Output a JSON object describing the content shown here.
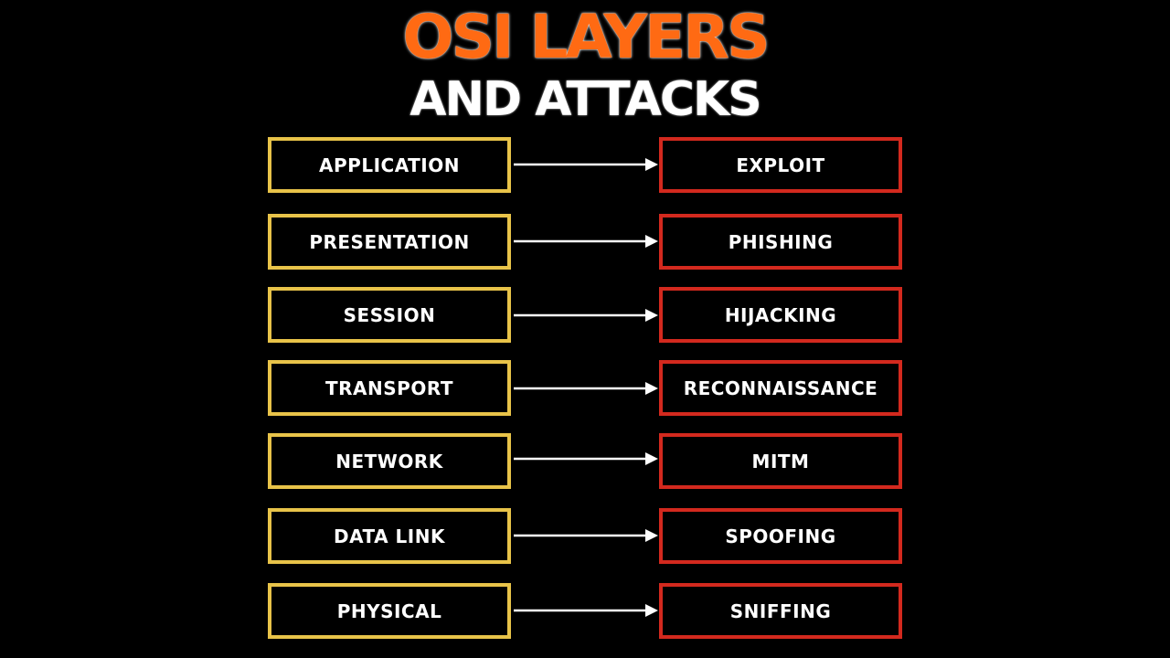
{
  "title": "OSI LAYERS",
  "subtitle": "AND ATTACKS",
  "colors": {
    "background": "#000000",
    "title": "#ff6a13",
    "layer_border": "#e8c349",
    "attack_border": "#d3291e",
    "text": "#ffffff"
  },
  "rows": [
    {
      "layer": "APPLICATION",
      "attack": "EXPLOIT"
    },
    {
      "layer": "PRESENTATION",
      "attack": "PHISHING"
    },
    {
      "layer": "SESSION",
      "attack": "HIJACKING"
    },
    {
      "layer": "TRANSPORT",
      "attack": "RECONNAISSANCE"
    },
    {
      "layer": "NETWORK",
      "attack": "MITM"
    },
    {
      "layer": "DATA LINK",
      "attack": "SPOOFING"
    },
    {
      "layer": "PHYSICAL",
      "attack": "SNIFFING"
    }
  ]
}
